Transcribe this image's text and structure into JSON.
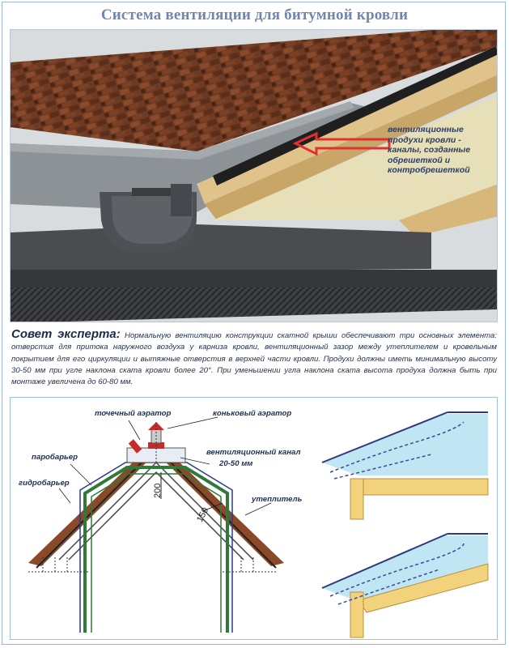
{
  "title": "Система вентиляции для битумной кровли",
  "photo": {
    "callout_lines": [
      "вентиляционные",
      "продухи кровли -",
      "каналы, созданные",
      "обрешеткой и",
      "контробрешеткой"
    ]
  },
  "tip": {
    "heading": "Совет эксперта:",
    "text": "Нормальную вентиляцию конструкции скатной крыши обеспечивают три основных элемента: отверстия для притока наружного воздуха у карниза кровли, вентиляционный зазор между утеплителем и кровельным покрытием для его циркуляции и вытяжные отверстия в верхней части кровли. Продухи должны иметь минимальную высоту 30-50 мм при угле наклона ската кровли более 20°. При уменьшении угла наклона ската высота продуха должна быть при монтаже увеличена до 60-80 мм."
  },
  "diagram": {
    "labels": {
      "point_aerator": "точечный аэратор",
      "ridge_aerator": "коньковый аэратор",
      "vapor_barrier": "паробарьер",
      "vent_channel": "вентиляционный канал",
      "vent_channel_size": "20-50 мм",
      "waterproof": "гидробарьер",
      "insulation": "утеплитель"
    },
    "dims": {
      "d200": "200",
      "d150": "150"
    }
  },
  "colors": {
    "title": "#6f86b0",
    "roof": "#8a4a2a",
    "insulation": "#f2d27a",
    "air": "#bfe6f2",
    "arrow": "#e03030"
  }
}
